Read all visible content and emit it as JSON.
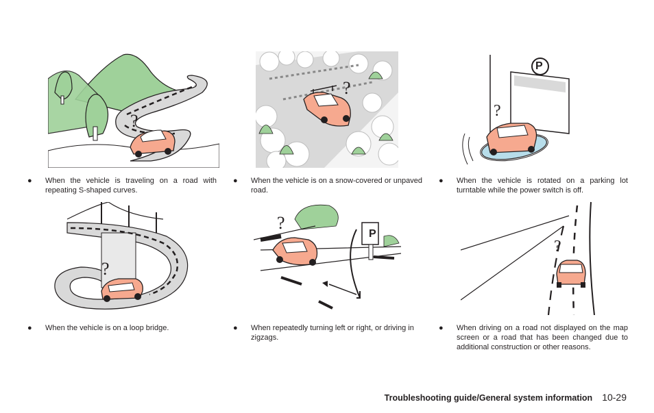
{
  "captions": [
    "When the vehicle is traveling on a road with repeating S-shaped curves.",
    "When the vehicle is on a snow-covered or unpaved road.",
    "When the vehicle is rotated on a parking lot turntable while the power switch is off.",
    "When the vehicle is on a loop bridge.",
    "When repeatedly turning left or right, or driving in zigzags.",
    "When driving on a road not displayed on the map screen or a road that has been changed due to additional construction or other reasons."
  ],
  "bullet": "●",
  "question_mark": "?",
  "parking_sign_letter": "P",
  "footer": {
    "section": "Troubleshooting guide/General system information",
    "page": "10-29"
  },
  "colors": {
    "car": "#f6a98f",
    "foliage": "#9fd19a",
    "road": "#d9d9d9",
    "text": "#231f20"
  }
}
